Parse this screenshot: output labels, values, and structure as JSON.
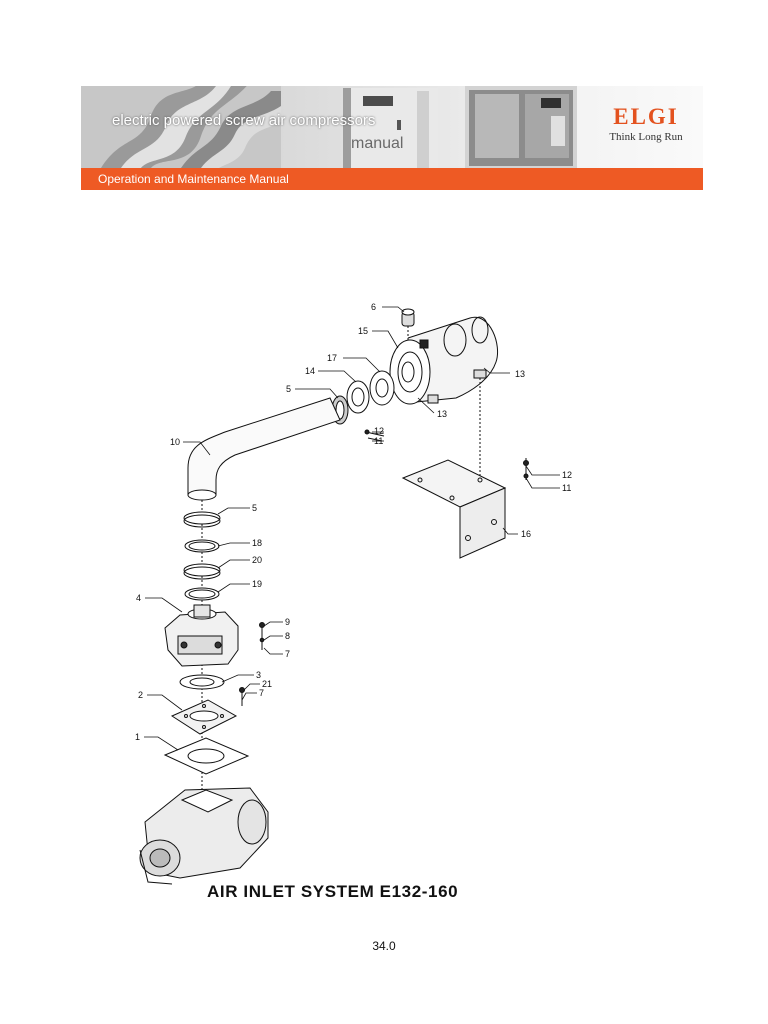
{
  "header": {
    "tagline": "electric powered screw air compressors",
    "manual_word": "manual",
    "brand_name": "ELGI",
    "brand_slogan": "Think Long Run",
    "subtitle": "Operation and Maintenance Manual"
  },
  "diagram": {
    "part_numbers": [
      "1",
      "2",
      "3",
      "4",
      "5",
      "6",
      "7",
      "8",
      "9",
      "10",
      "11",
      "12",
      "13",
      "14",
      "15",
      "16",
      "17",
      "18",
      "19",
      "20",
      "21"
    ],
    "callouts": {
      "c6": "6",
      "c15": "15",
      "c17": "17",
      "c14": "14",
      "c5a": "5",
      "c13a": "13",
      "c13b": "13",
      "c12a": "12",
      "c11a": "11",
      "c10": "10",
      "c12b": "12",
      "c11b": "11",
      "c16": "16",
      "c5b": "5",
      "c18": "18",
      "c20": "20",
      "c19": "19",
      "c4": "4",
      "c9": "9",
      "c8": "8",
      "c7a": "7",
      "c3": "3",
      "c21": "21",
      "c2": "2",
      "c7b": "7",
      "c1": "1"
    }
  },
  "figure_title": "AIR INLET SYSTEM E132-160",
  "page_number": "34.0"
}
